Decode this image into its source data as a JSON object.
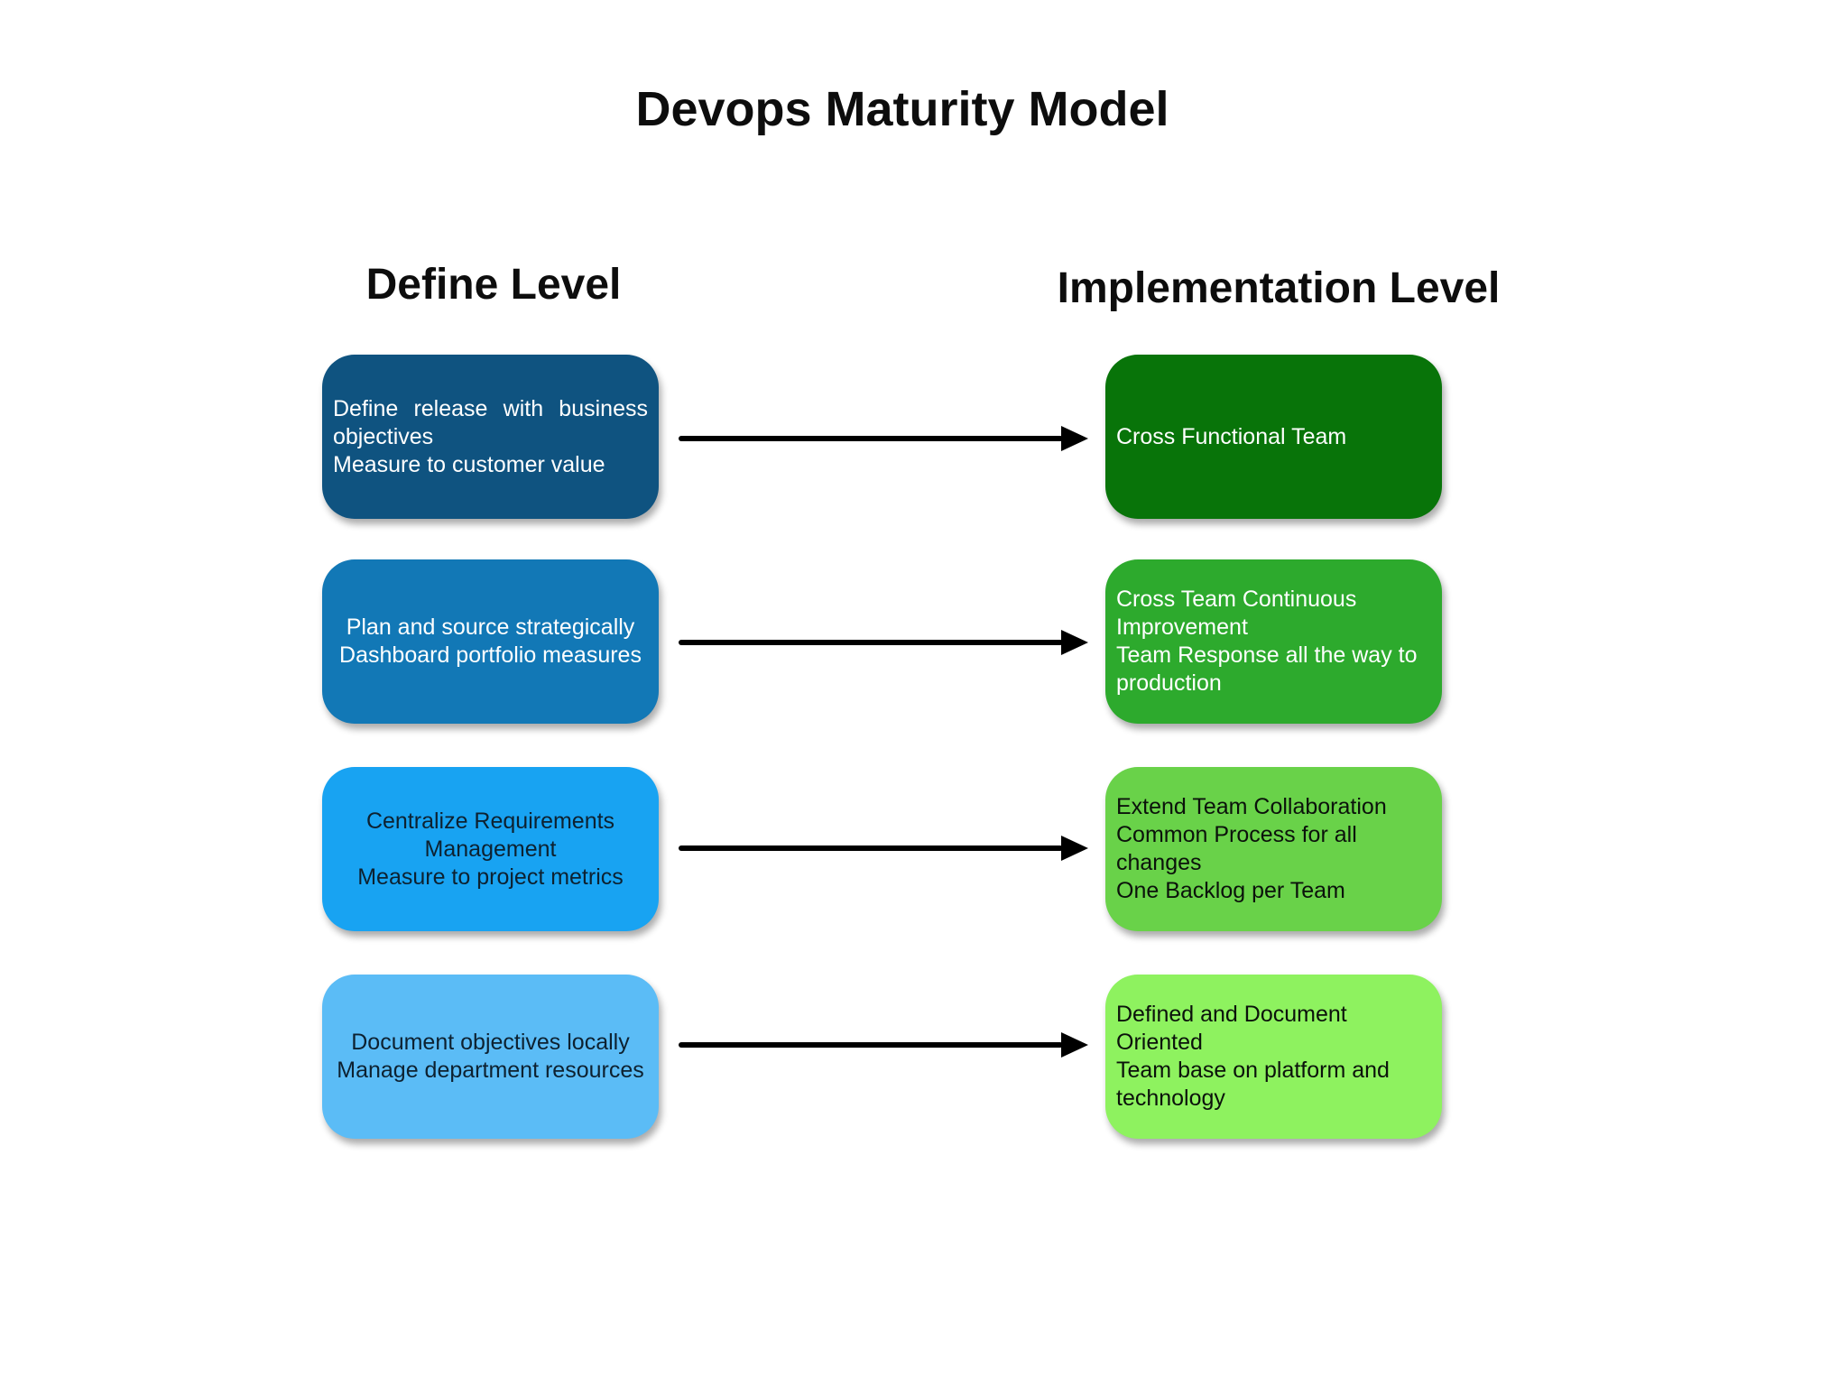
{
  "title": "Devops Maturity Model",
  "background": "#ffffff",
  "arrow": {
    "color": "#000000"
  },
  "columns": [
    {
      "header": "Define Level"
    },
    {
      "header": "Implementation Level"
    }
  ],
  "rows": [
    {
      "define": {
        "lines": [
          "Define release with business",
          "objectives",
          "Measure to customer value"
        ],
        "justify_lines": [
          0
        ],
        "bg": "#0f5380",
        "color": "#ffffff",
        "align": "left"
      },
      "implementation": {
        "lines": [
          "Cross Functional Team"
        ],
        "bg": "#087409",
        "color": "#ffffff",
        "align": "left"
      }
    },
    {
      "define": {
        "lines": [
          "Plan and source strategically",
          "Dashboard portfolio measures"
        ],
        "bg": "#1278b6",
        "color": "#ffffff",
        "align": "center"
      },
      "implementation": {
        "lines": [
          "Cross Team Continuous",
          "Improvement",
          "Team Response all the way to",
          "production"
        ],
        "bg": "#2daa2d",
        "color": "#ffffff",
        "align": "left"
      }
    },
    {
      "define": {
        "lines": [
          "Centralize Requirements",
          "Management",
          "Measure to project metrics"
        ],
        "bg": "#18a3f2",
        "color": "#0d2130",
        "align": "center"
      },
      "implementation": {
        "lines": [
          "Extend Team Collaboration",
          "Common Process for all",
          "changes",
          "One Backlog per Team"
        ],
        "bg": "#69d249",
        "color": "#0b120b",
        "align": "left"
      }
    },
    {
      "define": {
        "lines": [
          "Document objectives locally",
          "Manage department resources"
        ],
        "bg": "#5bbcf6",
        "color": "#0d2130",
        "align": "center"
      },
      "implementation": {
        "lines": [
          "Defined and Document",
          "Oriented",
          "Team base on platform and",
          "technology"
        ],
        "bg": "#8ef25f",
        "color": "#0b120b",
        "align": "left"
      }
    }
  ]
}
